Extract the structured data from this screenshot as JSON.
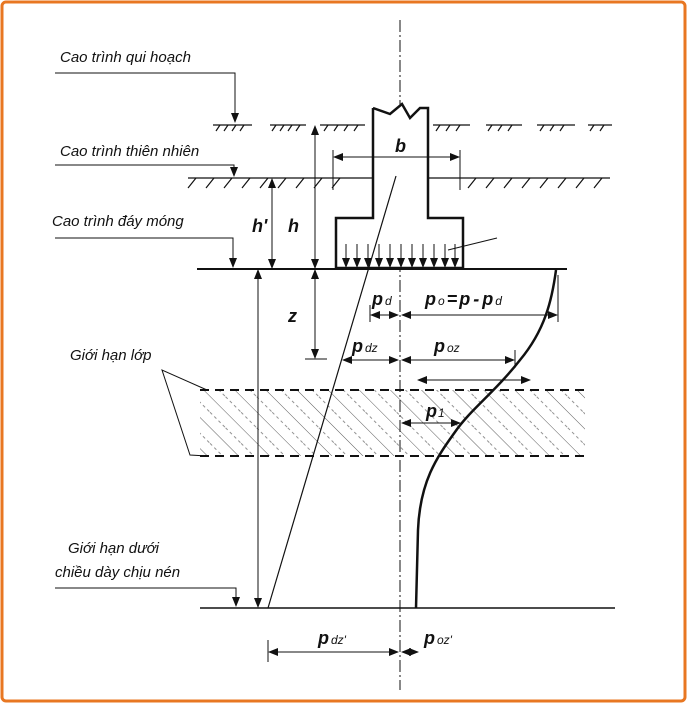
{
  "labels": {
    "planned_level": "Cao trình qui hoạch",
    "natural_level": "Cao trình thiên nhiên",
    "foundation_base_level": "Cao trình đáy móng",
    "layer_boundary": "Giới hạn lớp",
    "lower_limit_1": "Giới hạn dưới",
    "lower_limit_2": "chiều dày chịu nén"
  },
  "symbols": {
    "b": "b",
    "h_prime": "h'",
    "h": "h",
    "z": "z",
    "p": "p",
    "pd_sub": "d",
    "po_sub": "o",
    "po_eq": "=",
    "po_minus": "-",
    "pdz_sub": "dz",
    "poz_sub": "oz",
    "p1_sub": "1",
    "pdz2_sub": "dz'",
    "poz2_sub": "oz'"
  },
  "colors": {
    "border": "#E87722",
    "ink": "#111111"
  }
}
